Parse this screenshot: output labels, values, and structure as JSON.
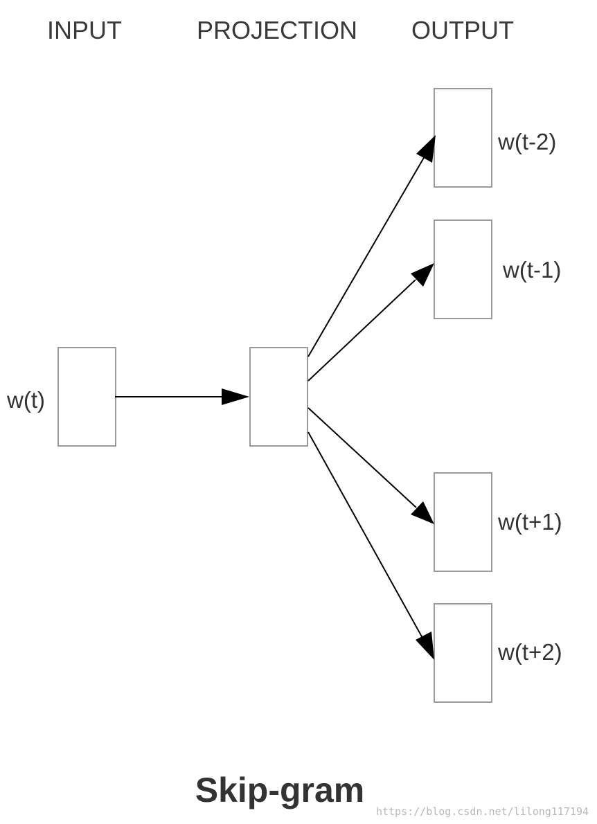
{
  "headers": {
    "input": "INPUT",
    "projection": "PROJECTION",
    "output": "OUTPUT"
  },
  "input_node": {
    "label": "w(t)"
  },
  "output_nodes": [
    {
      "label": "w(t-2)"
    },
    {
      "label": "w(t-1)"
    },
    {
      "label": "w(t+1)"
    },
    {
      "label": "w(t+2)"
    }
  ],
  "title": "Skip-gram",
  "watermark": "https://blog.csdn.net/lilong117194"
}
